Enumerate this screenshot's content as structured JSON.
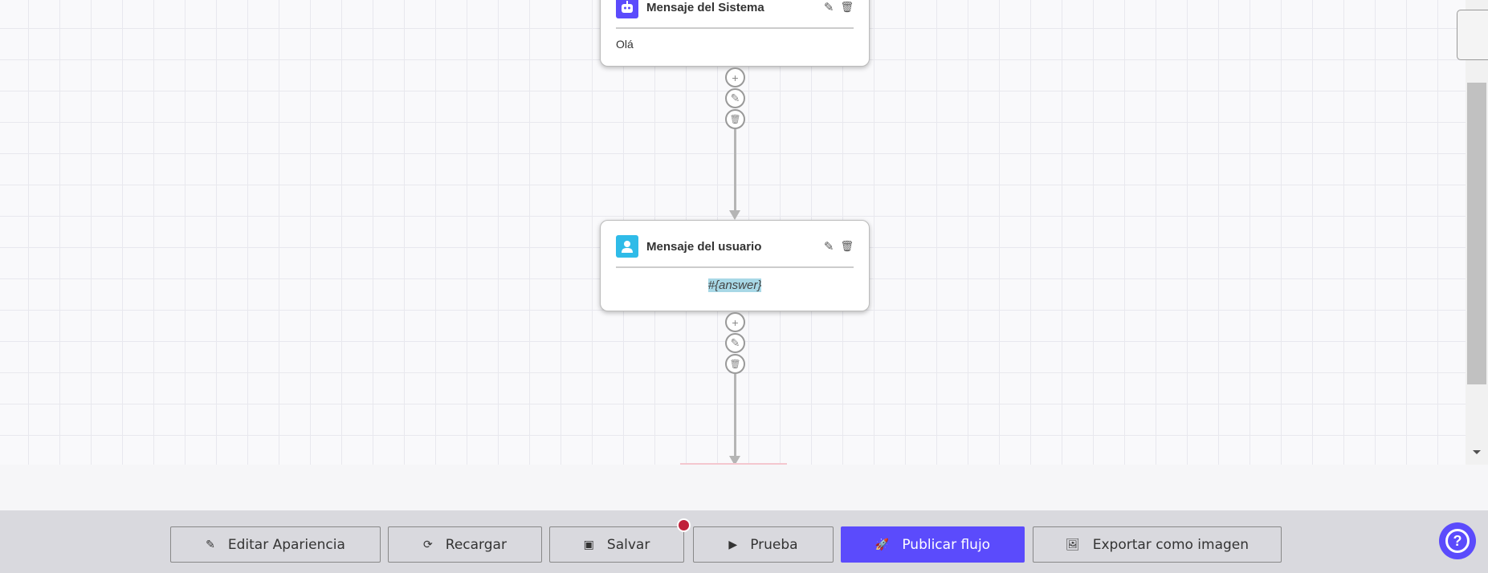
{
  "nodes": [
    {
      "title": "Mensaje del Sistema",
      "content": "Olá",
      "icon": "robot-icon",
      "icon_color": "#5b4bfc"
    },
    {
      "title": "Mensaje del usuario",
      "content": "#{answer}",
      "icon": "user-icon",
      "icon_color": "#2fbbe8"
    }
  ],
  "node_actions": {
    "add": "+",
    "edit": "✎",
    "delete": "🗑"
  },
  "toolbar": {
    "edit_appearance": "Editar Apariencia",
    "reload": "Recargar",
    "save": "Salvar",
    "test": "Prueba",
    "publish": "Publicar flujo",
    "export": "Exportar como imagen"
  },
  "help": "?",
  "colors": {
    "primary": "#5b4bfc",
    "unsaved_dot": "#c0213a",
    "highlight": "#a8d8e6"
  }
}
